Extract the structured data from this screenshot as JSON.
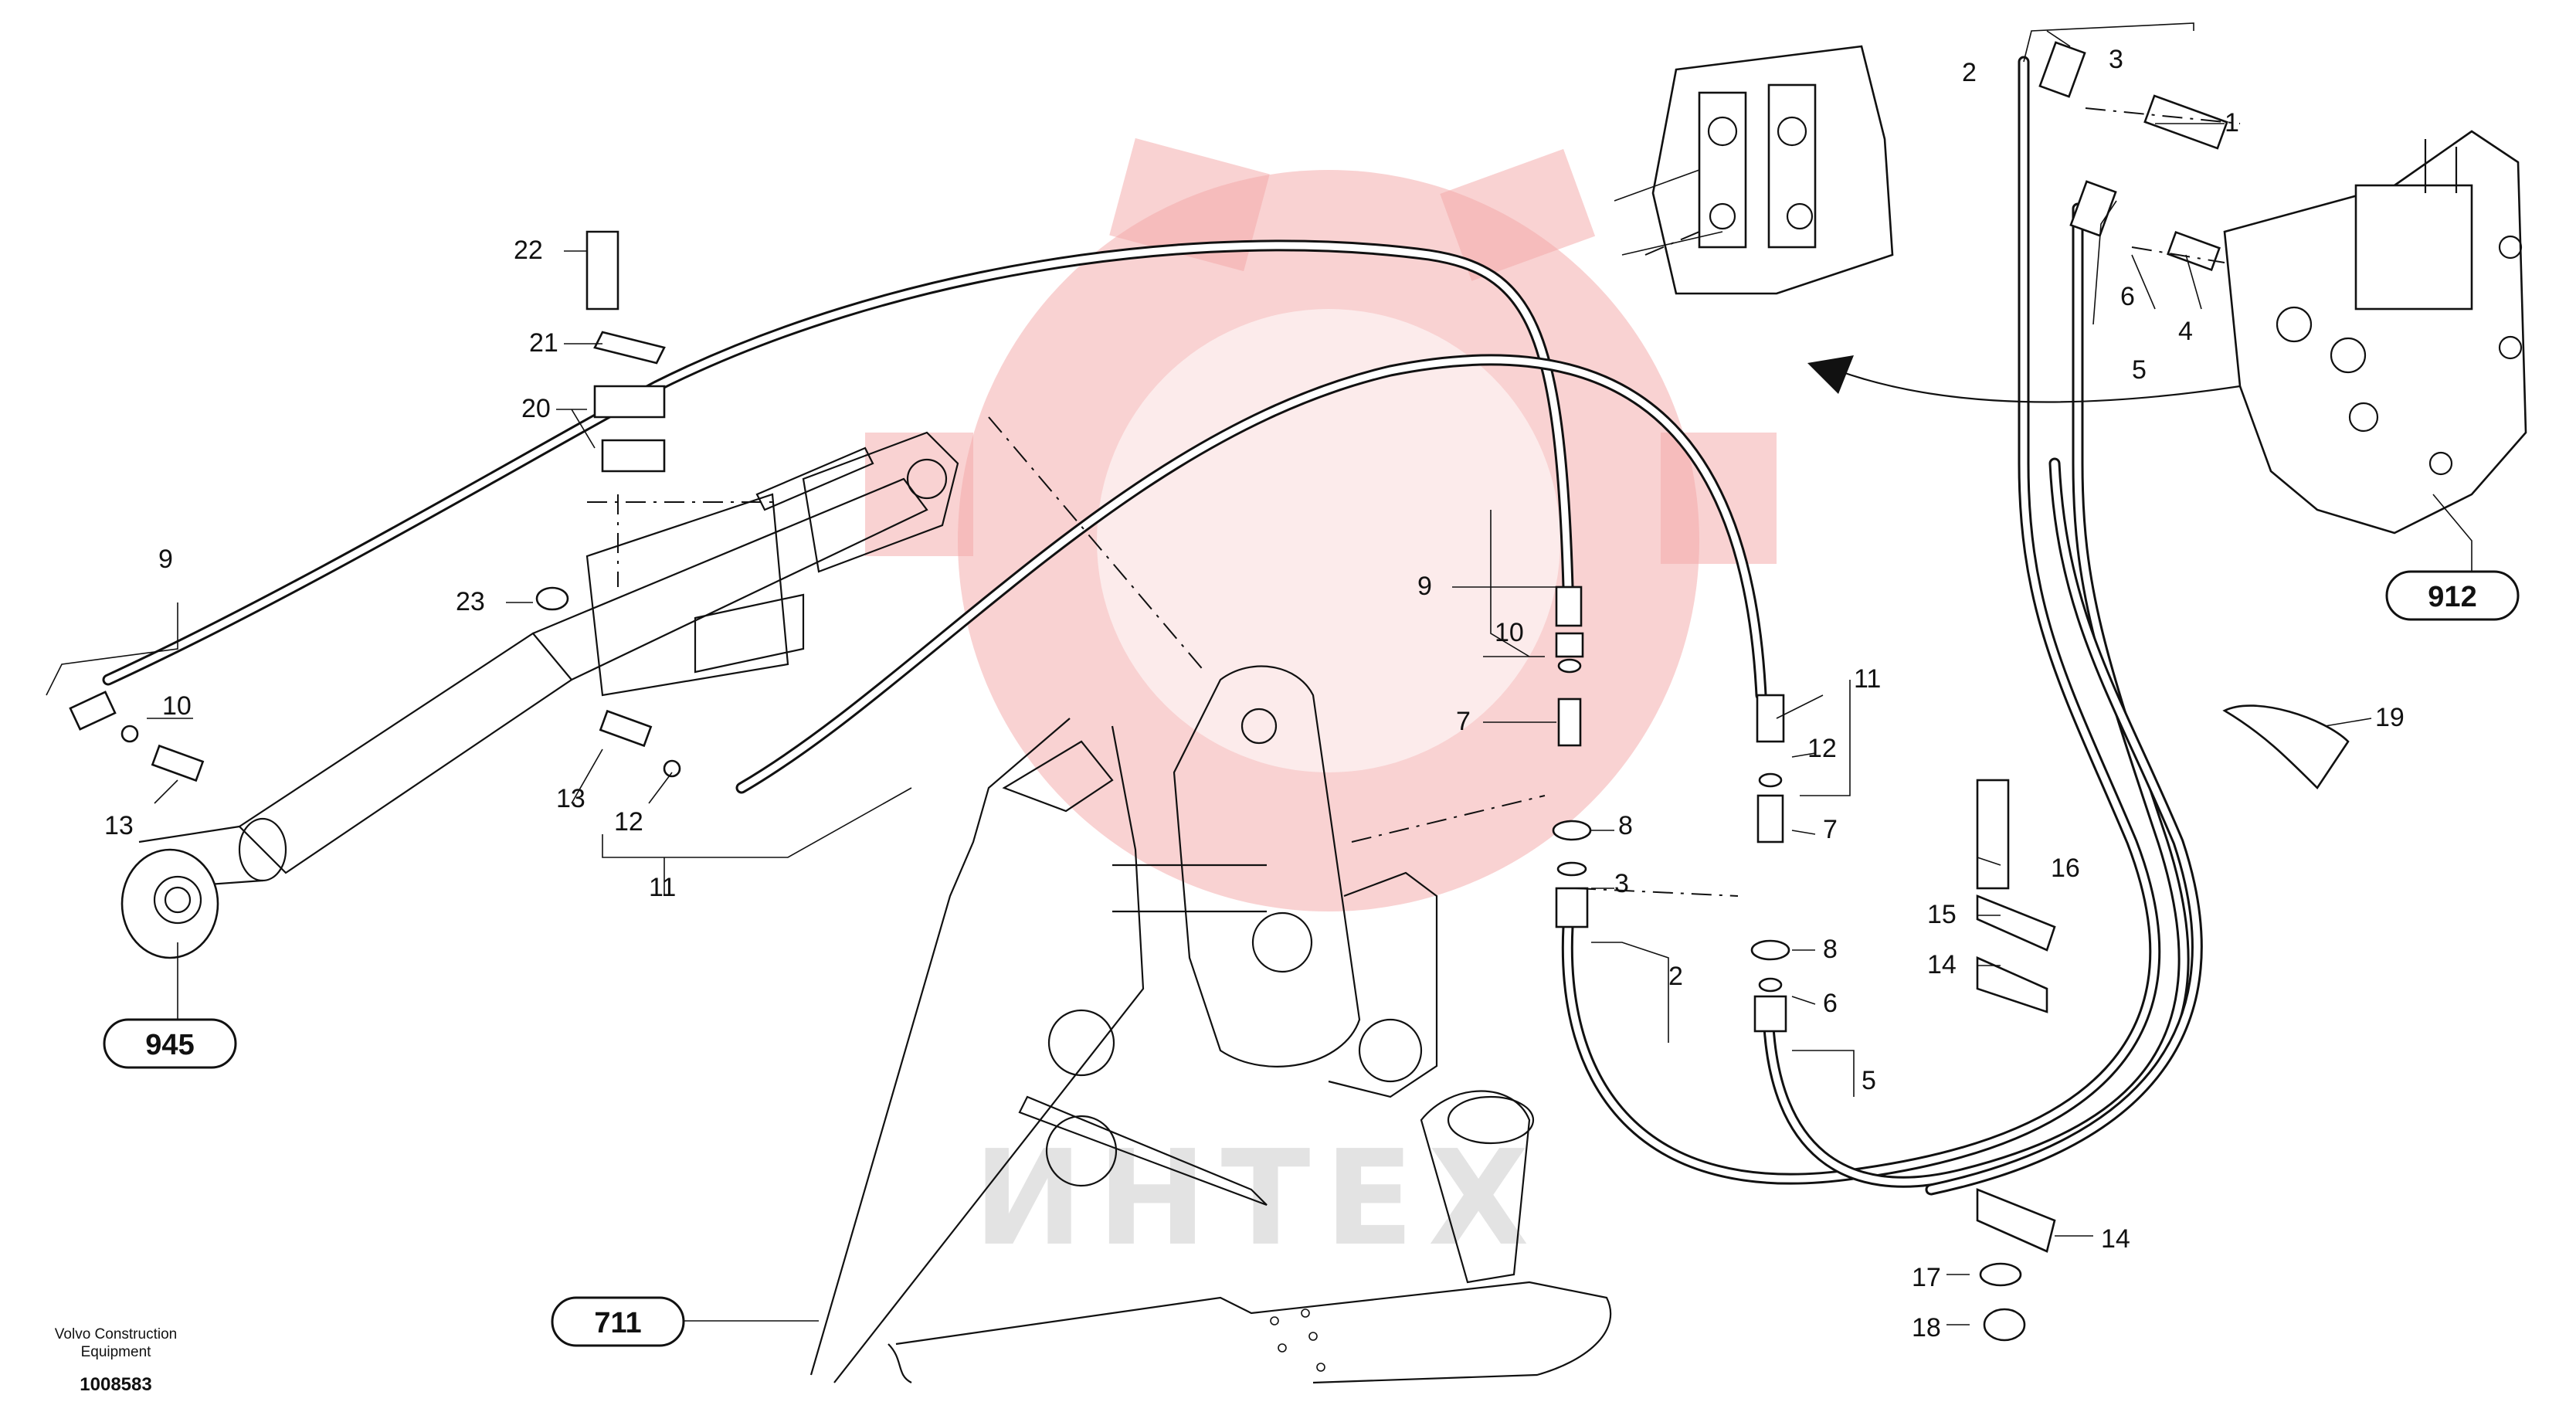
{
  "watermark_text": "ИНТЕХ",
  "brand": {
    "line1": "Volvo Construction",
    "line2": "Equipment",
    "code": "1008583"
  },
  "references": {
    "r945": "945",
    "r711": "711",
    "r912": "912"
  },
  "callouts": {
    "c1": "1",
    "c2a": "2",
    "c2b": "2",
    "c3a": "3",
    "c3b": "3",
    "c4": "4",
    "c5a": "5",
    "c5b": "5",
    "c6a": "6",
    "c6b": "6",
    "c7a": "7",
    "c7b": "7",
    "c8a": "8",
    "c8b": "8",
    "c9a": "9",
    "c9b": "9",
    "c10a": "10",
    "c10b": "10",
    "c11a": "11",
    "c11b": "11",
    "c12a": "12",
    "c12b": "12",
    "c13a": "13",
    "c13b": "13",
    "c14a": "14",
    "c14b": "14",
    "c15": "15",
    "c16": "16",
    "c17": "17",
    "c18": "18",
    "c19": "19",
    "c20": "20",
    "c21": "21",
    "c22": "22",
    "c23": "23"
  }
}
